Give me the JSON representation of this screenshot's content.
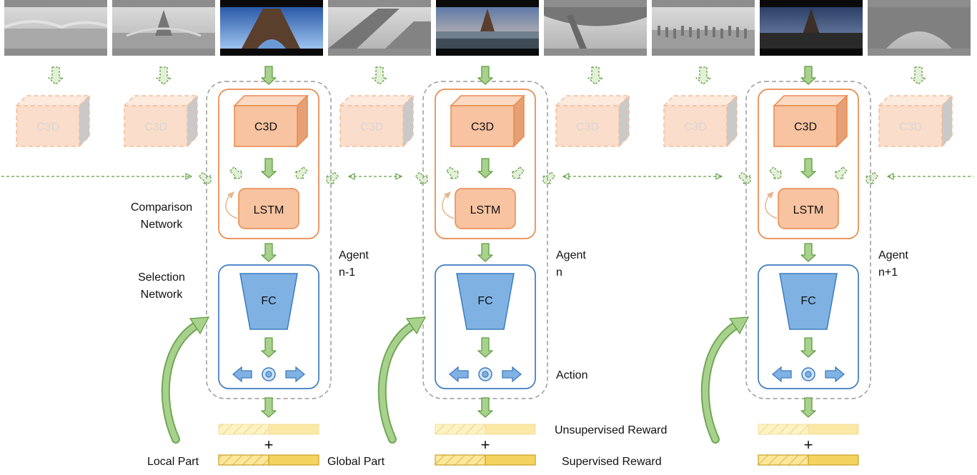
{
  "block_labels": {
    "c3d": "C3D",
    "lstm": "LSTM",
    "fc": "FC"
  },
  "agents": [
    {
      "id": "agent-n-minus-1",
      "line1": "Agent",
      "line2": "n-1"
    },
    {
      "id": "agent-n",
      "line1": "Agent",
      "line2": "n"
    },
    {
      "id": "agent-n-plus-1",
      "line1": "Agent",
      "line2": "n+1"
    }
  ],
  "labels": {
    "comparison_network": [
      "Comparison",
      "Network"
    ],
    "selection_network": [
      "Selection",
      "Network"
    ],
    "action": "Action",
    "unsupervised_reward": "Unsupervised Reward",
    "supervised_reward": "Supervised Reward",
    "local_part": "Local Part",
    "global_part": "Global Part",
    "plus": "+"
  },
  "frames": [
    {
      "id": "frame-1",
      "active": false,
      "scene": "river-bridge"
    },
    {
      "id": "frame-2",
      "active": false,
      "scene": "bridge-tower"
    },
    {
      "id": "frame-3",
      "active": true,
      "scene": "tower-closeup-blue-sky"
    },
    {
      "id": "frame-4",
      "active": false,
      "scene": "tower-leg"
    },
    {
      "id": "frame-5",
      "active": true,
      "scene": "tower-trocadero-fountain"
    },
    {
      "id": "frame-6",
      "active": false,
      "scene": "tower-underside"
    },
    {
      "id": "frame-7",
      "active": false,
      "scene": "crowd-plaza"
    },
    {
      "id": "frame-8",
      "active": true,
      "scene": "tower-evening-crowd"
    },
    {
      "id": "frame-9",
      "active": false,
      "scene": "tower-base-arch"
    }
  ],
  "colors": {
    "orange_fill": "#f7c3a0",
    "orange_stroke": "#e8894d",
    "blue_fill": "#7fb2e3",
    "blue_stroke": "#3d7bbf",
    "green_fill": "#a9d18e",
    "green_stroke": "#5f9e40",
    "reward_fill": "#f4d35e",
    "reward_stroke": "#c9a227",
    "dashed_gray": "#9a9a9a"
  }
}
